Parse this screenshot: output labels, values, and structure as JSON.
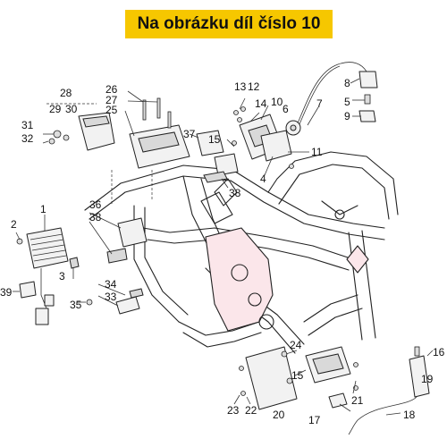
{
  "banner": {
    "text": "Na obrázku díl číslo 10",
    "color": "#f6c700"
  },
  "callouts": {
    "c1": "1",
    "c2": "2",
    "c3": "3",
    "c4": "4",
    "c5": "5",
    "c6": "6",
    "c7": "7",
    "c8": "8",
    "c9": "9",
    "c10": "10",
    "c11": "11",
    "c12": "12",
    "c13": "13",
    "c14": "14",
    "c15a": "15",
    "c15b": "15",
    "c16": "16",
    "c17": "17",
    "c18": "18",
    "c19": "19",
    "c20": "20",
    "c21": "21",
    "c22": "22",
    "c23": "23",
    "c24": "24",
    "c25": "25",
    "c26": "26",
    "c27": "27",
    "c28": "28",
    "c29": "29",
    "c30": "30",
    "c31": "31",
    "c32": "32",
    "c33": "33",
    "c34": "34",
    "c35": "35",
    "c36": "36",
    "c37": "37",
    "c38a": "38",
    "c38b": "38",
    "c39": "39"
  }
}
